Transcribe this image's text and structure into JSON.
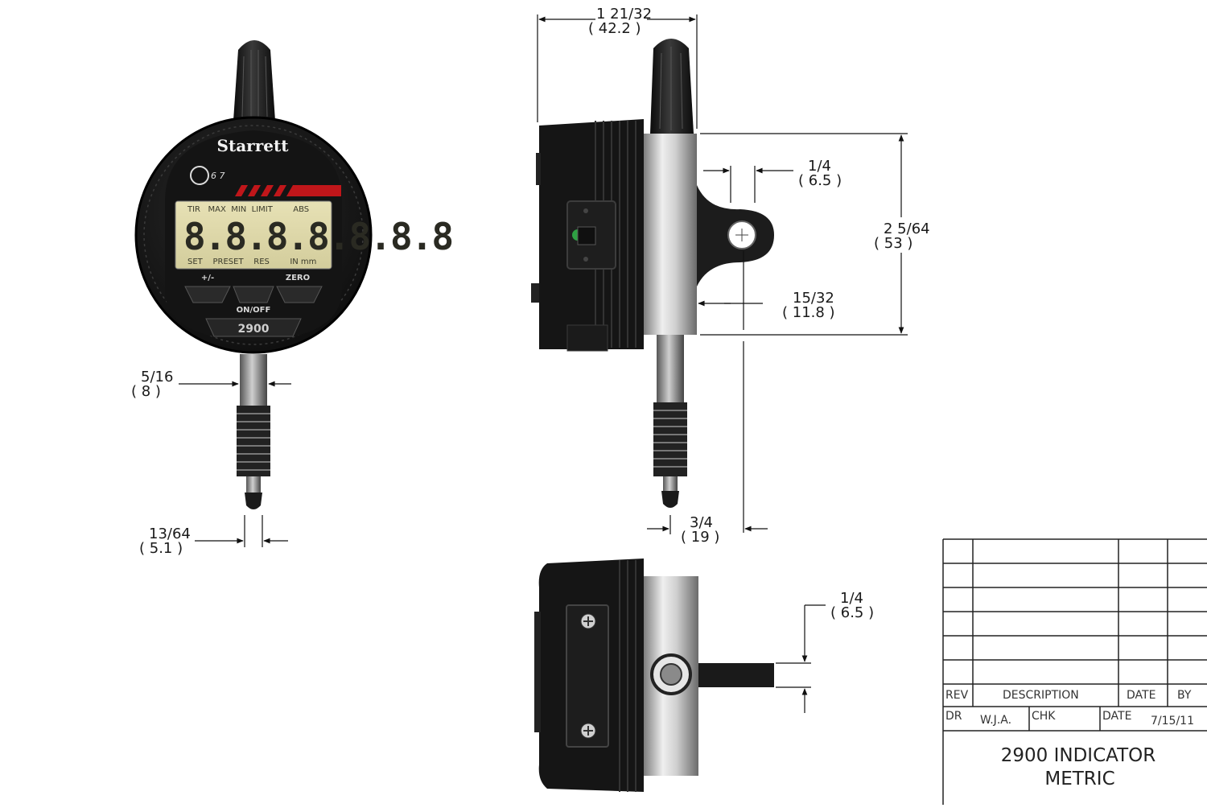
{
  "front_view": {
    "brand": "Starrett",
    "lcd": {
      "top_labels": "TIR   MAX  MIN  LIMIT        ABS",
      "digits": "8.8.8.8.8.8.8",
      "bottom_labels": "SET    PRESET    RES        IN mm"
    },
    "buttons": {
      "plus_minus": "+/-",
      "zero": "ZERO",
      "on_off": "ON/OFF"
    },
    "model": "2900",
    "dim_stem": {
      "inch": "5/16",
      "mm": "( 8 )"
    },
    "dim_tip": {
      "inch": "13/64",
      "mm": "( 5.1 )"
    }
  },
  "side_view": {
    "dim_depth": {
      "inch": "1 21/32",
      "mm": "( 42.2 )"
    },
    "dim_lug_width": {
      "inch": "1/4",
      "mm": "( 6.5 )"
    },
    "dim_height": {
      "inch": "2 5/64",
      "mm": "( 53 )"
    },
    "dim_lug_offset": {
      "inch": "15/32",
      "mm": "( 11.8 )"
    },
    "dim_stem_offset": {
      "inch": "3/4",
      "mm": "( 19 )"
    }
  },
  "top_view": {
    "dim_lug_thickness": {
      "inch": "1/4",
      "mm": "( 6.5 )"
    }
  },
  "title_block": {
    "headers": {
      "rev": "REV",
      "description": "DESCRIPTION",
      "date": "DATE",
      "by": "BY"
    },
    "dr_label": "DR",
    "dr_value": "W.J.A.",
    "chk_label": "CHK",
    "date_label": "DATE",
    "date_value": "7/15/11",
    "title_line1": "2900 INDICATOR",
    "title_line2": "METRIC"
  }
}
